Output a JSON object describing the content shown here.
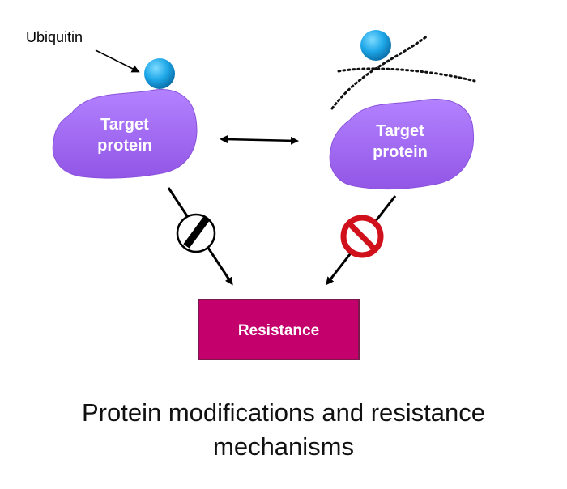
{
  "diagram": {
    "ubiquitin_label": "Ubiquitin",
    "left_protein": {
      "line1": "Target",
      "line2": "protein"
    },
    "right_protein": {
      "line1": "Target",
      "line2": "protein"
    },
    "resistance_label": "Resistance",
    "colors": {
      "protein_fill": "#a36bf0",
      "protein_text": "#ffffff",
      "ubiquitin_fill": "#1ea7e8",
      "resistance_fill": "#c3006b",
      "resistance_border": "#7a1a4c",
      "prohibition_red": "#d0101a"
    },
    "icons": {
      "left_path": "blocked-circle-icon",
      "right_path": "prohibition-icon",
      "ubiquitin": "ubiquitin-sphere-icon"
    }
  },
  "caption": {
    "line1": "Protein modifications and resistance",
    "line2": "mechanisms"
  }
}
